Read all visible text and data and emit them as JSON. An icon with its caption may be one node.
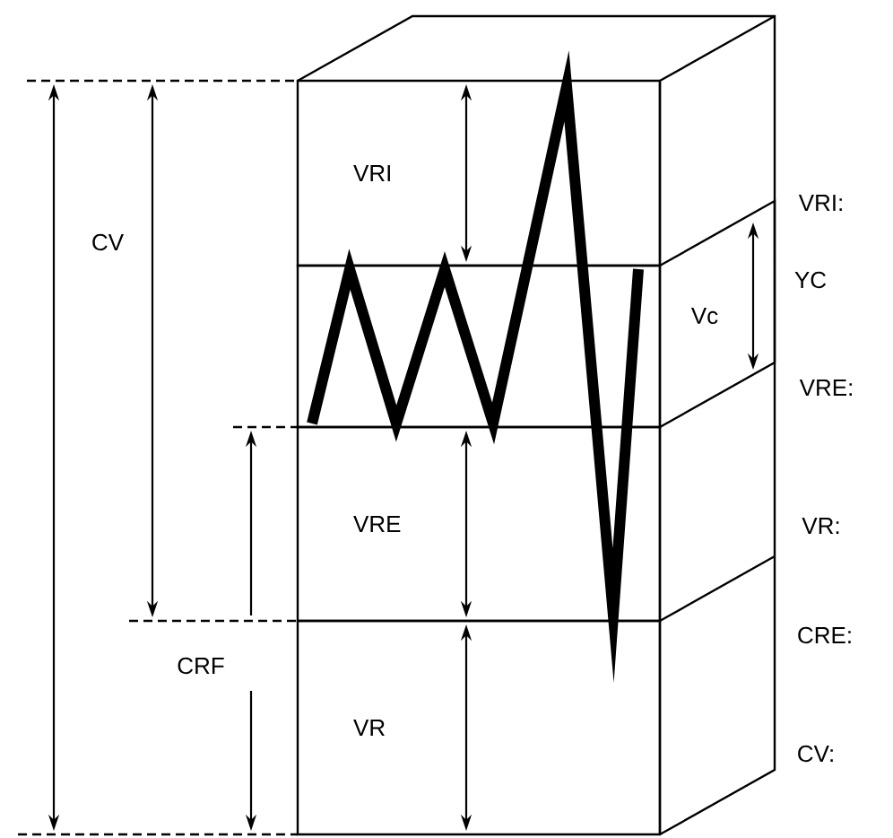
{
  "diagram": {
    "nodes": [
      {
        "text": [
          "VRI"
        ]
      },
      {
        "text": [],
        "shape": "box"
      },
      {
        "text": [
          "Vc"
        ]
      },
      {
        "text": [
          "VRE"
        ]
      },
      {
        "text": [
          "VR"
        ]
      }
    ],
    "labels": [
      "CV",
      "CRF",
      "VRI:",
      "YC",
      "VRE:",
      "VR:",
      "CRE:",
      "CV:"
    ]
  }
}
